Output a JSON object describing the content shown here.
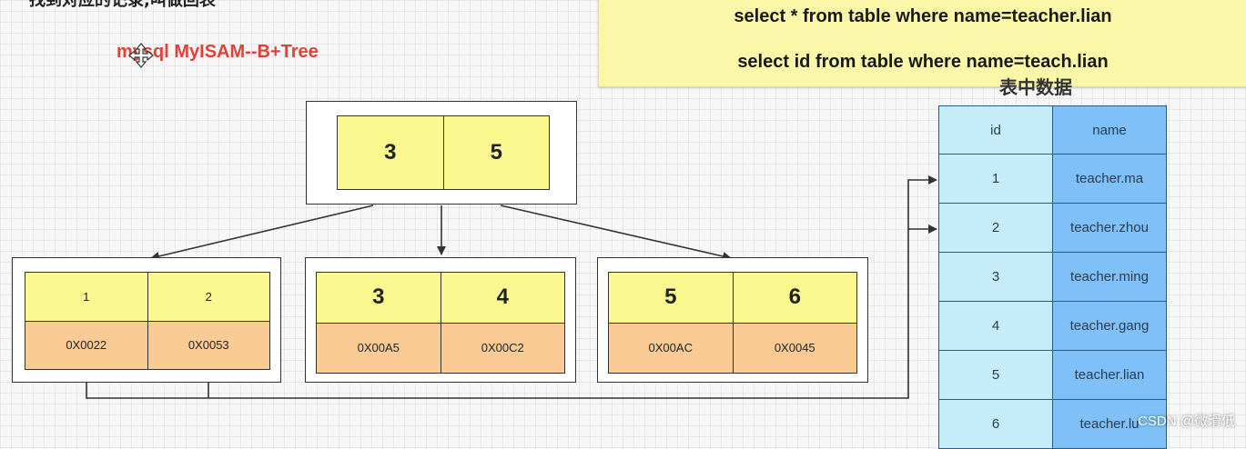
{
  "heading": "找到对应的记录,叫做回表",
  "diagram_title": "mysql MyISAM--B+Tree",
  "note": {
    "line1": "select * from table where name=teacher.lian",
    "line2": "select id from table where name=teach.lian"
  },
  "root": {
    "keys": [
      "3",
      "5"
    ]
  },
  "leaves": [
    {
      "keys": [
        "1",
        "2"
      ],
      "addrs": [
        "0X0022",
        "0X0053"
      ]
    },
    {
      "keys": [
        "3",
        "4"
      ],
      "addrs": [
        "0X00A5",
        "0X00C2"
      ]
    },
    {
      "keys": [
        "5",
        "6"
      ],
      "addrs": [
        "0X00AC",
        "0X0045"
      ]
    }
  ],
  "table": {
    "title": "表中数据",
    "headers": [
      "id",
      "name"
    ],
    "rows": [
      [
        "1",
        "teacher.ma"
      ],
      [
        "2",
        "teacher.zhou"
      ],
      [
        "3",
        "teacher.ming"
      ],
      [
        "4",
        "teacher.gang"
      ],
      [
        "5",
        "teacher.lian"
      ],
      [
        "6",
        "teacher.lu"
      ]
    ]
  },
  "watermark": "CSDN @微滑低",
  "icons": {
    "cursor": "move-cursor-icon"
  },
  "colors": {
    "key": "#fbf88f",
    "addr": "#fbcb96",
    "id_col": "#c6ecf9",
    "name_col": "#7ec0f7",
    "title": "#e0413a",
    "note": "#fbf7a8"
  }
}
